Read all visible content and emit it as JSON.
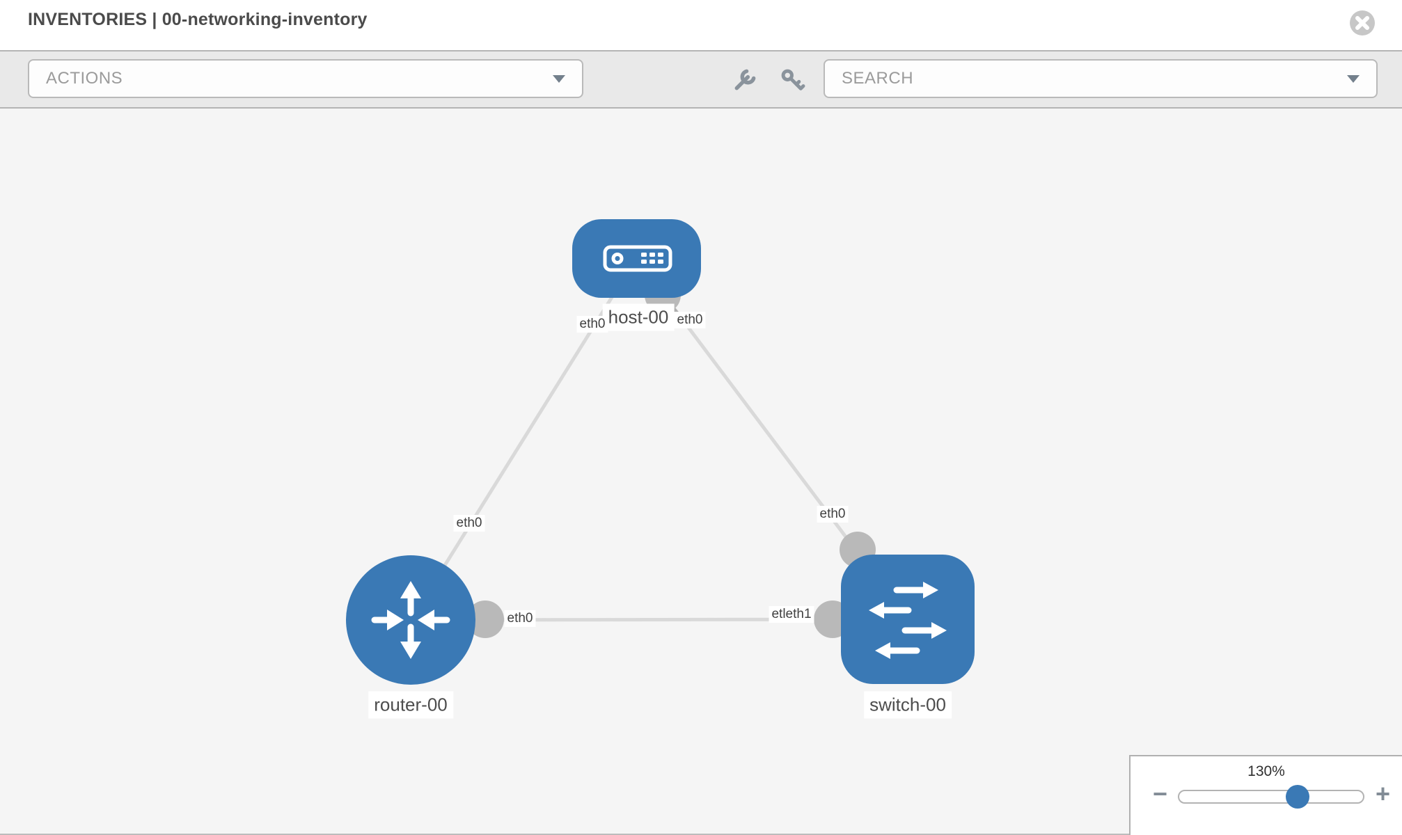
{
  "header": {
    "title": "INVENTORIES | 00-networking-inventory"
  },
  "toolbar": {
    "actions_placeholder": "ACTIONS",
    "search_placeholder": "SEARCH"
  },
  "topology": {
    "nodes": [
      {
        "id": "host-00",
        "type": "host",
        "label": "host-00"
      },
      {
        "id": "router-00",
        "type": "router",
        "label": "router-00"
      },
      {
        "id": "switch-00",
        "type": "switch",
        "label": "switch-00"
      }
    ],
    "links": [
      {
        "from": "host-00",
        "to": "router-00",
        "labels": [
          "eth0",
          "eth0"
        ]
      },
      {
        "from": "host-00",
        "to": "switch-00",
        "labels": [
          "eth0",
          "eth0"
        ]
      },
      {
        "from": "router-00",
        "to": "switch-00",
        "labels": [
          "eth0",
          "etleth1"
        ]
      }
    ]
  },
  "zoom_control": {
    "level": "130%",
    "minus_label": "−",
    "plus_label": "+"
  },
  "colors": {
    "node_blue": "#3a79b5",
    "link_gray": "#d9d9d9",
    "port_gray": "#b9b9b9",
    "toolbar_gray": "#e9e9e9",
    "canvas_gray": "#f5f5f5"
  }
}
